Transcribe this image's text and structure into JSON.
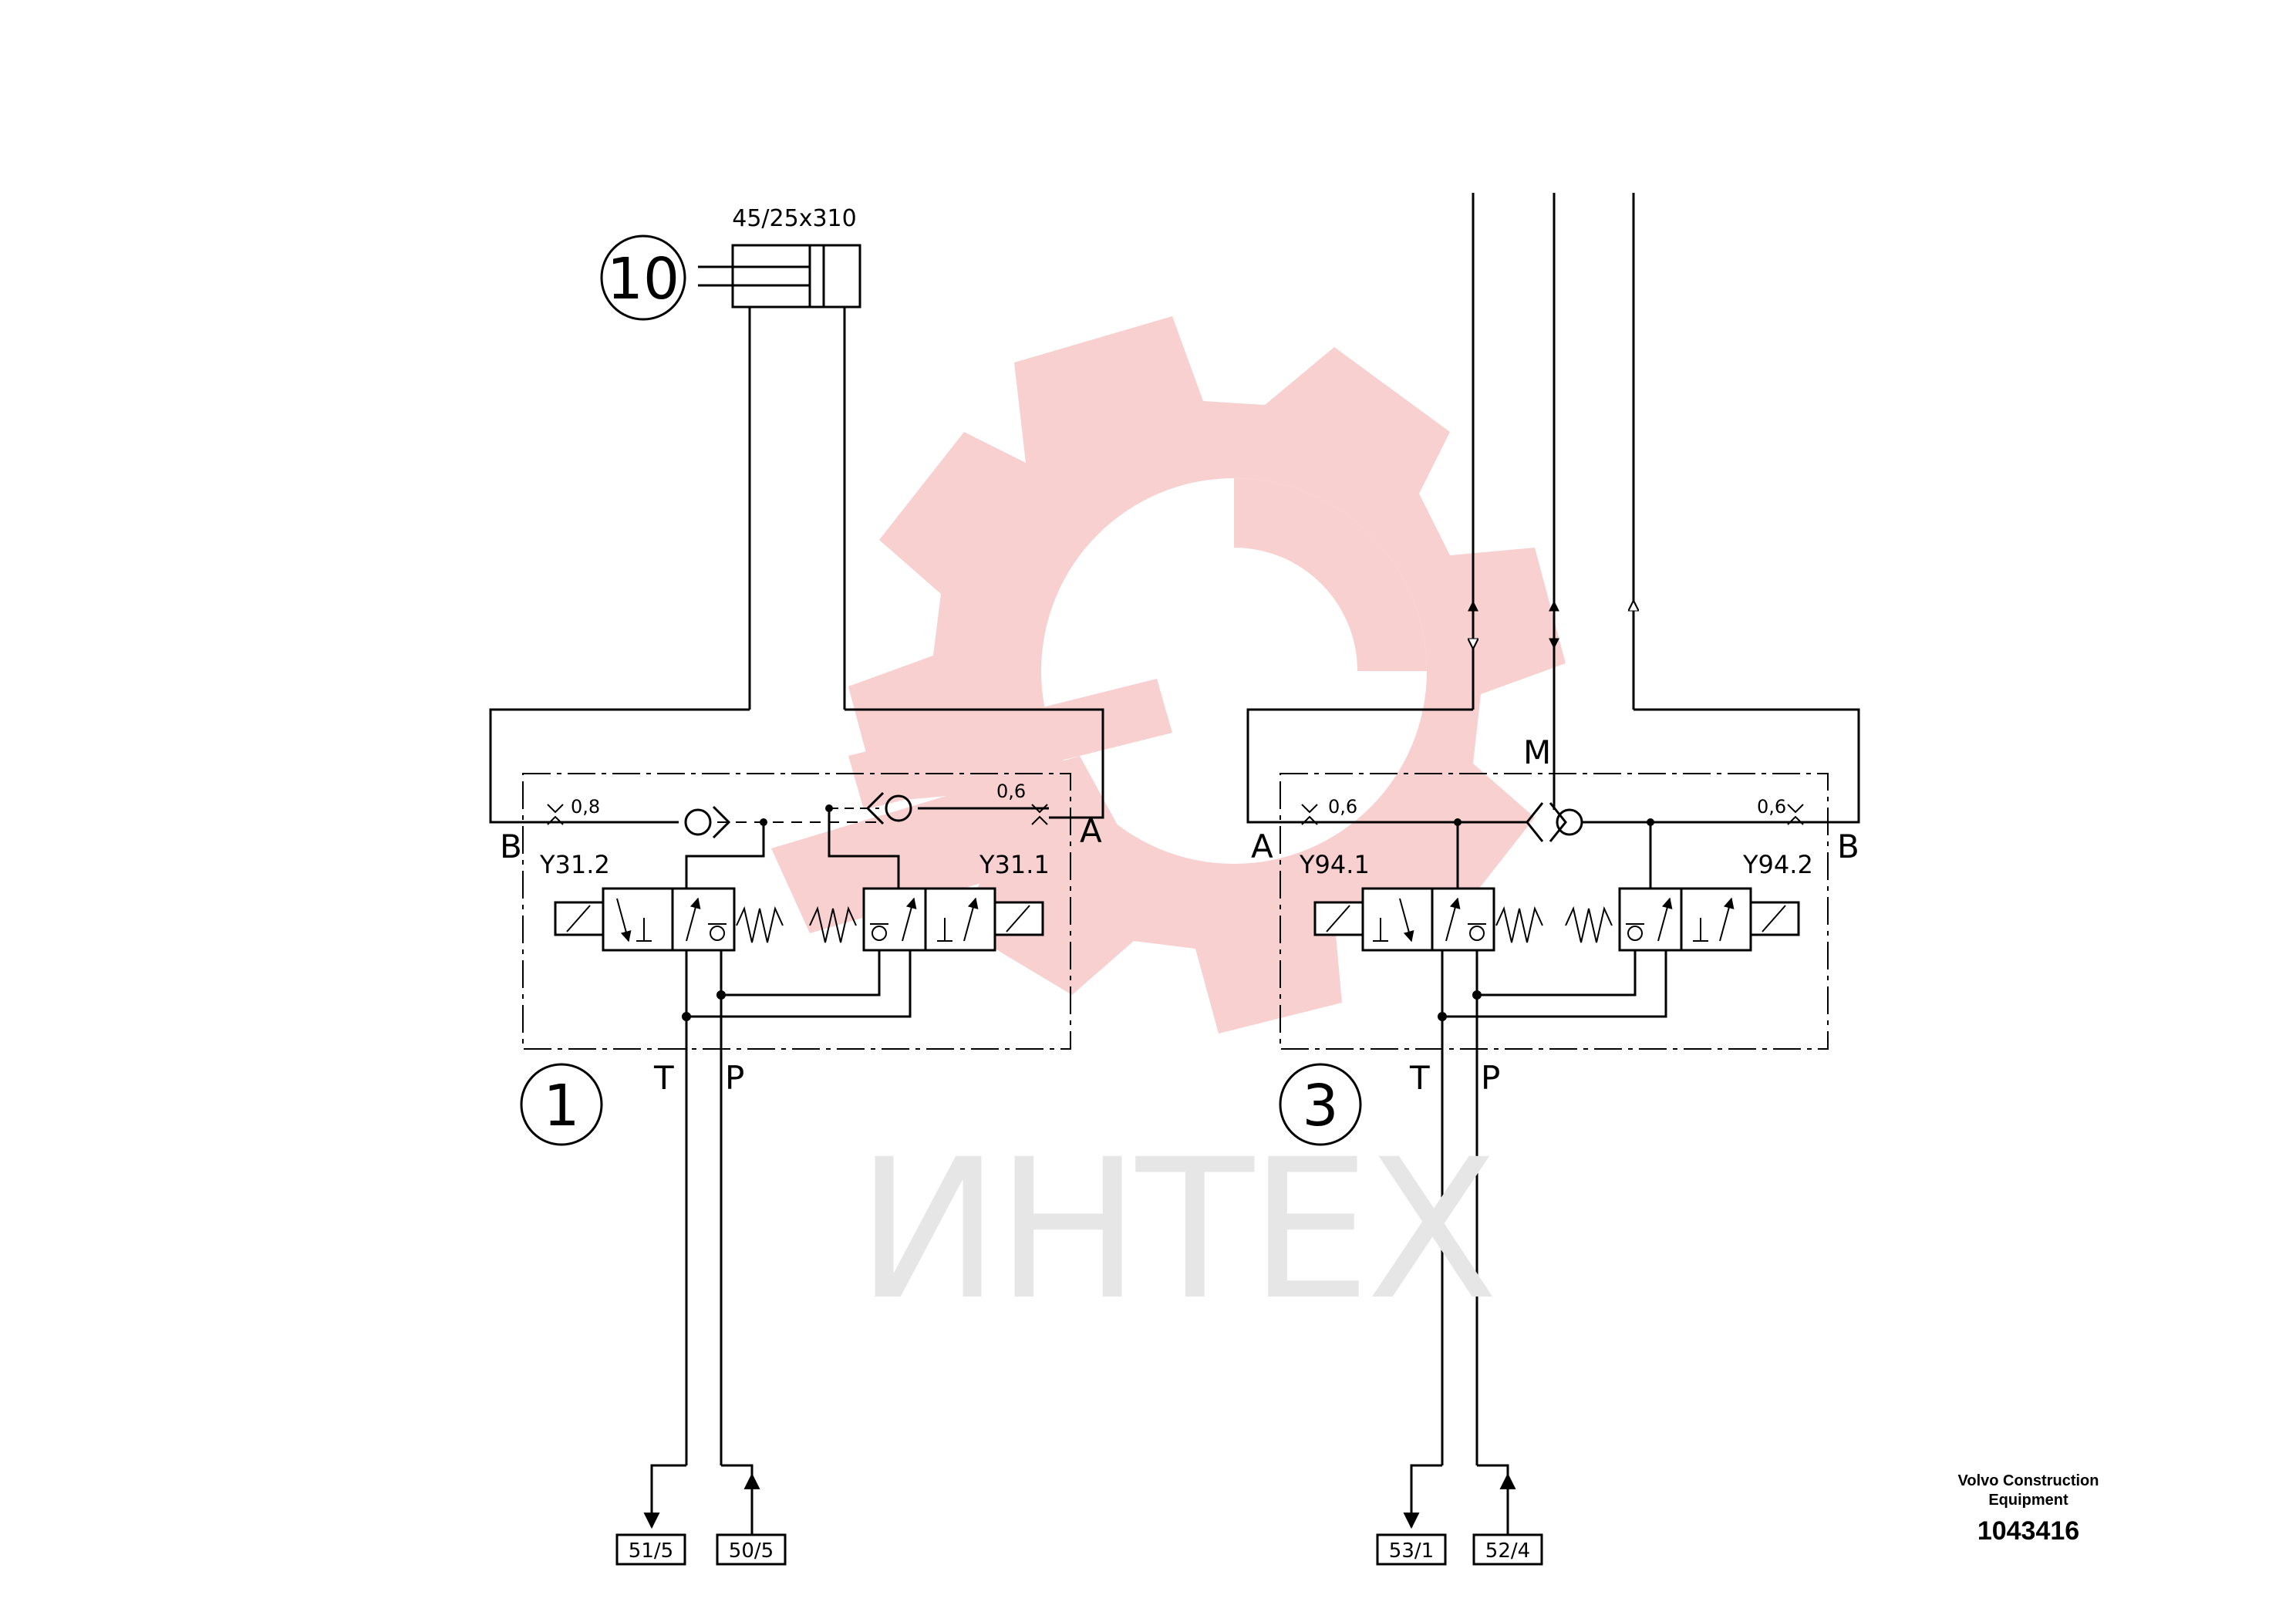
{
  "watermark": {
    "text": "ИНТЕХ",
    "gear_color": "#f8d0d0",
    "text_color": "#e6e6e6"
  },
  "cylinder": {
    "callout": "10",
    "spec": "45/25x310"
  },
  "valve_left": {
    "callout": "1",
    "port_b": "B",
    "port_a": "A",
    "port_t": "T",
    "port_p": "P",
    "orifice_left": "0,8",
    "orifice_right": "0,6",
    "solenoid_left": "Y31.2",
    "solenoid_right": "Y31.1",
    "tank_ref": "51/5",
    "pressure_ref": "50/5"
  },
  "valve_right": {
    "callout": "3",
    "port_a": "A",
    "port_b": "B",
    "port_m": "M",
    "port_t": "T",
    "port_p": "P",
    "orifice_left": "0,6",
    "orifice_right": "0,6",
    "solenoid_left": "Y94.1",
    "solenoid_right": "Y94.2",
    "tank_ref": "53/1",
    "pressure_ref": "52/4"
  },
  "footer": {
    "company_line1": "Volvo Construction",
    "company_line2": "Equipment",
    "drawing_number": "1043416"
  }
}
